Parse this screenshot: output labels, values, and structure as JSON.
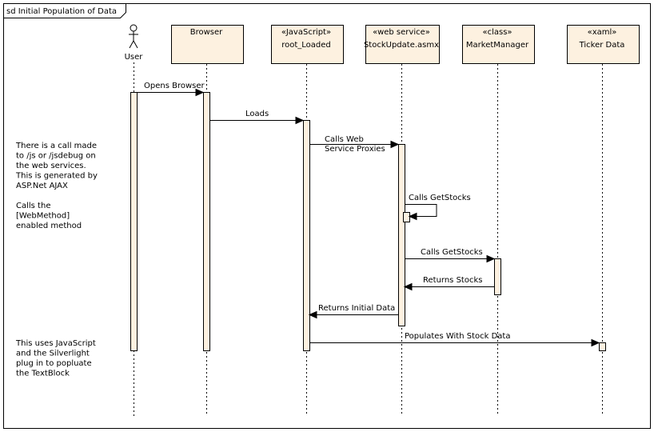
{
  "frame": {
    "title": "sd Initial Population of Data"
  },
  "participants": [
    {
      "id": "user",
      "kind": "actor",
      "stereotype": "",
      "name": "User"
    },
    {
      "id": "browser",
      "kind": "box",
      "stereotype": "",
      "name": "Browser"
    },
    {
      "id": "root",
      "kind": "box",
      "stereotype": "«JavaScript»",
      "name": "root_Loaded"
    },
    {
      "id": "svc",
      "kind": "box",
      "stereotype": "«web service»",
      "name": "StockUpdate.asmx"
    },
    {
      "id": "mm",
      "kind": "box",
      "stereotype": "«class»",
      "name": "MarketManager"
    },
    {
      "id": "ticker",
      "kind": "box",
      "stereotype": "«xaml»",
      "name": "Ticker Data"
    }
  ],
  "messages": [
    {
      "label": "Opens Browser",
      "from": "user",
      "to": "browser",
      "type": "call"
    },
    {
      "label": "Loads",
      "from": "browser",
      "to": "root",
      "type": "call"
    },
    {
      "label": "Calls Web\nService Proxies",
      "from": "root",
      "to": "svc",
      "type": "call"
    },
    {
      "label": "Calls GetStocks",
      "from": "svc",
      "to": "svc",
      "type": "self"
    },
    {
      "label": "Calls GetStocks",
      "from": "svc",
      "to": "mm",
      "type": "call"
    },
    {
      "label": "Returns Stocks",
      "from": "mm",
      "to": "svc",
      "type": "return"
    },
    {
      "label": "Returns Initial Data",
      "from": "svc",
      "to": "root",
      "type": "return"
    },
    {
      "label": "Populates With Stock Data",
      "from": "root",
      "to": "ticker",
      "type": "call"
    }
  ],
  "notes": [
    {
      "lines": [
        "There is a call made",
        "to /js or /jsdebug on",
        "the web services.",
        "This is generated by",
        "ASP.Net AJAX",
        "",
        "Calls the",
        "[WebMethod]",
        "enabled method"
      ]
    },
    {
      "lines": [
        "This uses JavaScript",
        "and the Silverlight",
        "plug in to popluate",
        "the TextBlock"
      ]
    }
  ]
}
